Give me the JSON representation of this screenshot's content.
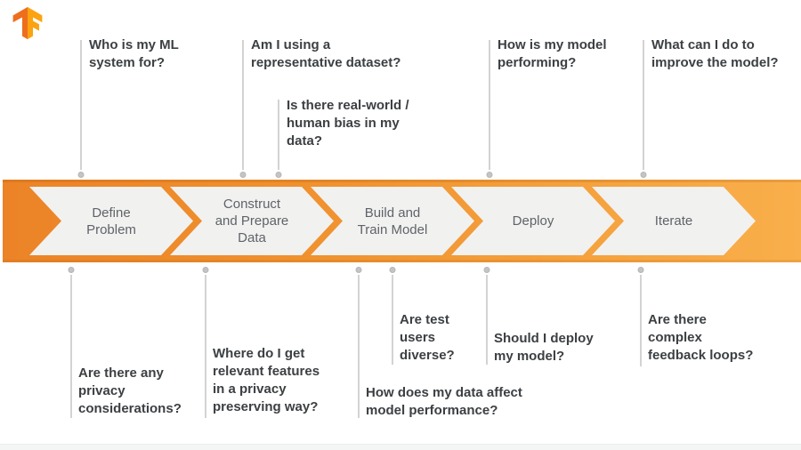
{
  "brand": {
    "logo_name": "tensorflow-logo",
    "logo_color_dark": "#ED6F1E",
    "logo_color_light": "#FCA311"
  },
  "band": {
    "color_left": "#EC8327",
    "color_right": "#F9AF4B",
    "chevron_fill": "#F1F1F0",
    "label_color": "#5F6368"
  },
  "stages": [
    {
      "label": "Define\nProblem"
    },
    {
      "label": "Construct\nand Prepare\nData"
    },
    {
      "label": "Build and\nTrain Model"
    },
    {
      "label": "Deploy"
    },
    {
      "label": "Iterate"
    }
  ],
  "top_questions": [
    {
      "text": "Who is my ML\nsystem for?"
    },
    {
      "text": "Am I using a\nrepresentative dataset?"
    },
    {
      "text": "Is there real-world /\nhuman bias in my\ndata?"
    },
    {
      "text": "How is my model\nperforming?"
    },
    {
      "text": "What can I do to\nimprove the model?"
    }
  ],
  "bottom_questions": [
    {
      "text": "Are there any\nprivacy\nconsiderations?"
    },
    {
      "text": "Where do I get\nrelevant features\nin a privacy\npreserving way?"
    },
    {
      "text": "How does my data affect\nmodel performance?"
    },
    {
      "text": "Are test\nusers\ndiverse?"
    },
    {
      "text": "Should I deploy\nmy model?"
    },
    {
      "text": "Are there\ncomplex\nfeedback loops?"
    }
  ],
  "connector": {
    "line_color": "#D3D3D3",
    "dot_color": "#C2C4C6"
  },
  "question_text_color": "#3C4043"
}
